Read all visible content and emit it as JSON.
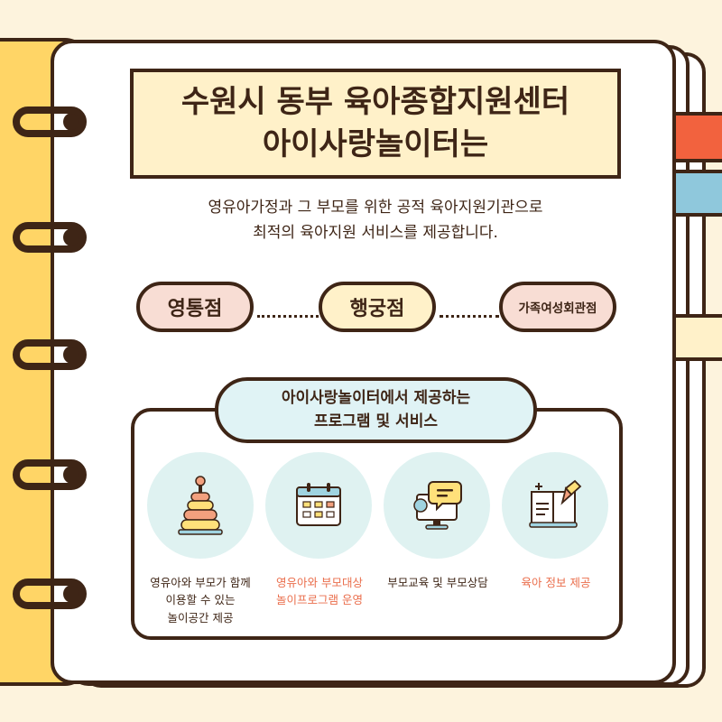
{
  "title": {
    "line1": "수원시 동부 육아종합지원센터",
    "line2": "아이사랑놀이터는"
  },
  "intro": {
    "line1": "영유아가정과 그 부모를 위한 공적 육아지원기관으로",
    "line2": "최적의 육아지원 서비스를 제공합니다."
  },
  "branches": [
    {
      "label": "영통점",
      "color": "#f8ddd4"
    },
    {
      "label": "행궁점",
      "color": "#fff1c9"
    },
    {
      "label": "가족여성회관점",
      "color": "#f8ddd4"
    }
  ],
  "programs": {
    "heading_line1": "아이사랑놀이터에서 제공하는",
    "heading_line2": "프로그램 및 서비스",
    "items": [
      {
        "icon": "ring-stack-toy-icon",
        "line1": "영유아와 부모가 함께",
        "line2": "이용할 수 있는",
        "line3": "놀이공간 제공",
        "color": "#3e2516"
      },
      {
        "icon": "calendar-icon",
        "line1": "영유아와 부모대상",
        "line2": "놀이프로그램 운영",
        "line3": "",
        "color": "#ea6e4c"
      },
      {
        "icon": "monitor-chat-icon",
        "line1": "부모교육 및 부모상담",
        "line2": "",
        "line3": "",
        "color": "#3e2516"
      },
      {
        "icon": "notebook-pencil-icon",
        "line1": "육아 정보 제공",
        "line2": "",
        "line3": "",
        "color": "#ea6e4c"
      }
    ]
  },
  "colors": {
    "outline": "#3e2516",
    "background": "#fdf3dd",
    "spine": "#ffd566",
    "title_fill": "#fff1c9",
    "tab_red": "#f2623e",
    "tab_blue": "#8fc8dc",
    "tab_cream": "#fff1c9",
    "icon_circle": "#dff2f1"
  }
}
